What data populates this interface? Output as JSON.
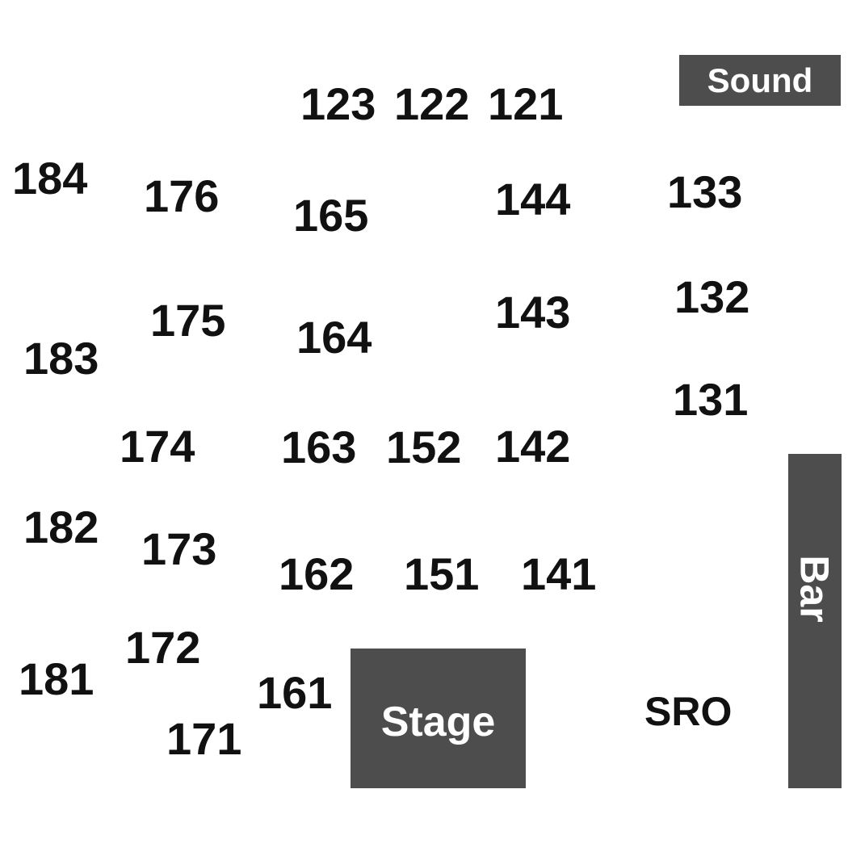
{
  "venue": {
    "sections": [
      {
        "id": "s123",
        "label": "123"
      },
      {
        "id": "s122",
        "label": "122"
      },
      {
        "id": "s121",
        "label": "121"
      },
      {
        "id": "s184",
        "label": "184"
      },
      {
        "id": "s176",
        "label": "176"
      },
      {
        "id": "s165",
        "label": "165"
      },
      {
        "id": "s144",
        "label": "144"
      },
      {
        "id": "s133",
        "label": "133"
      },
      {
        "id": "s175",
        "label": "175"
      },
      {
        "id": "s164",
        "label": "164"
      },
      {
        "id": "s143",
        "label": "143"
      },
      {
        "id": "s132",
        "label": "132"
      },
      {
        "id": "s183",
        "label": "183"
      },
      {
        "id": "s131",
        "label": "131"
      },
      {
        "id": "s174",
        "label": "174"
      },
      {
        "id": "s163",
        "label": "163"
      },
      {
        "id": "s152",
        "label": "152"
      },
      {
        "id": "s142",
        "label": "142"
      },
      {
        "id": "s182",
        "label": "182"
      },
      {
        "id": "s173",
        "label": "173"
      },
      {
        "id": "s162",
        "label": "162"
      },
      {
        "id": "s151",
        "label": "151"
      },
      {
        "id": "s141",
        "label": "141"
      },
      {
        "id": "s172",
        "label": "172"
      },
      {
        "id": "s181",
        "label": "181"
      },
      {
        "id": "s161",
        "label": "161"
      },
      {
        "id": "s171",
        "label": "171"
      }
    ],
    "areas": {
      "sound": "Sound",
      "stage": "Stage",
      "bar": "Bar",
      "sro": "SRO"
    },
    "colors": {
      "block_fill": "#4d4d4d",
      "block_text": "#ffffff",
      "section_text": "#111111",
      "background": "#ffffff"
    }
  }
}
